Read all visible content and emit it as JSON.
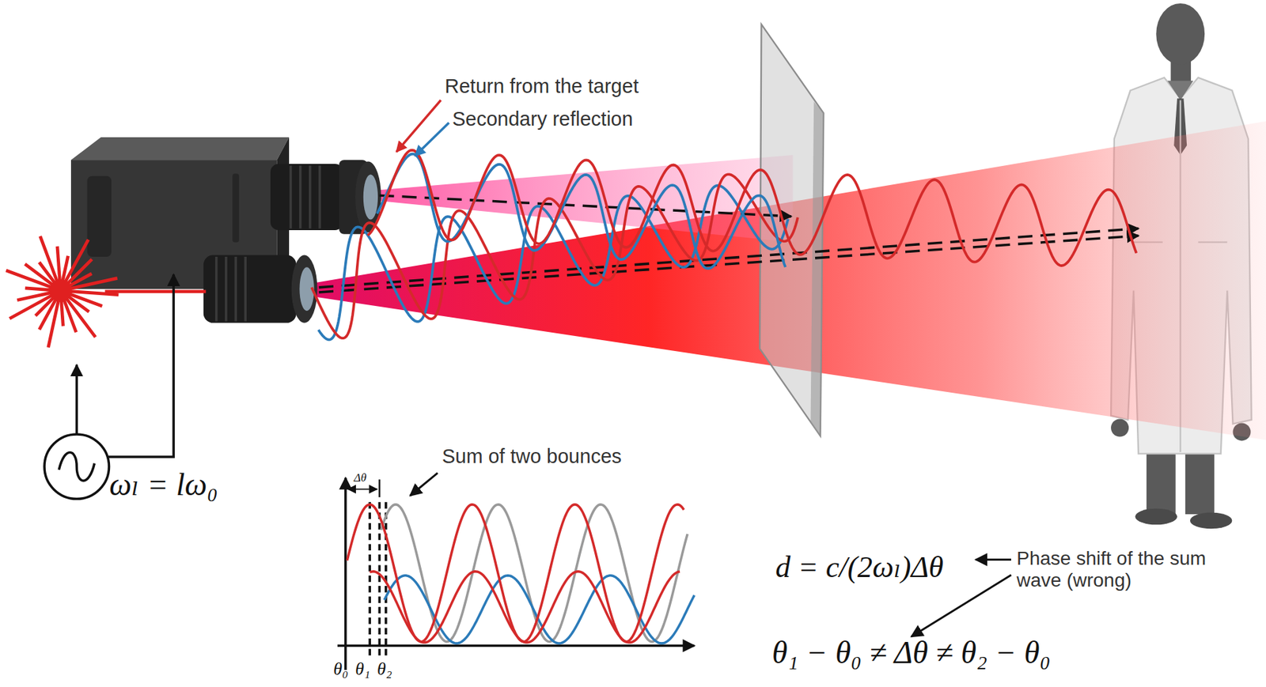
{
  "diagram": {
    "labels": [
      "Return from the target",
      "Secondary reflection",
      "ωₗ = lω₀",
      "Sum of two bounces",
      "Δθ",
      "θ₀",
      "θ₁",
      "θ₂",
      "d = c/(2ωₗ)Δθ",
      "Phase shift of the sum wave (wrong)",
      "θ₁ − θ₀ ≠ Δθ ≠ θ₂ − θ₀"
    ]
  }
}
